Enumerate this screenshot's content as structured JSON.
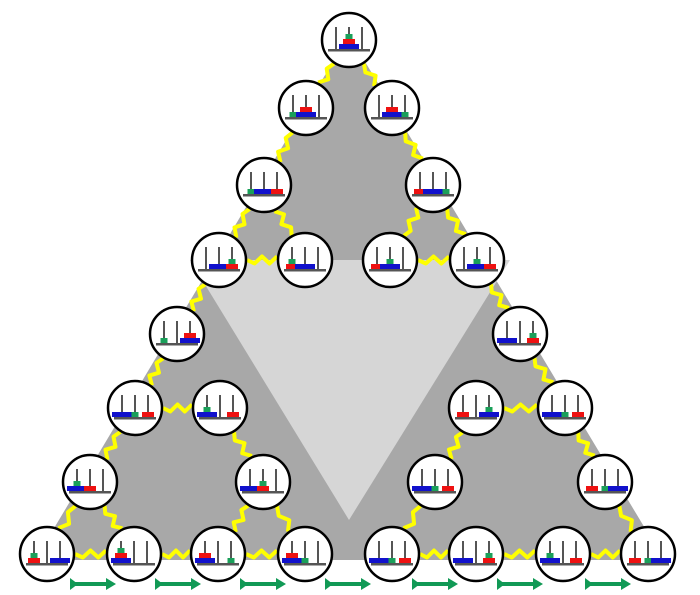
{
  "diagram": {
    "description_none": "",
    "colors": {
      "background": "#ffffff",
      "outer_triangle": "#a8a8a8",
      "inner_region": "#d6d6d6",
      "node_fill": "#ffffff",
      "node_border": "#000000",
      "peg": "#555555",
      "disk_small": "#1aa05a",
      "disk_medium": "#ee1111",
      "disk_large": "#1111cc",
      "edge_wave": "#ffff00",
      "bottom_arrow": "#119955"
    },
    "disk_labels": [
      "small",
      "medium",
      "large"
    ],
    "states": [
      {
        "id": "s01",
        "pegs": [
          [],
          [
            "large",
            "medium",
            "small"
          ],
          []
        ]
      },
      {
        "id": "s02",
        "pegs": [
          [
            "small"
          ],
          [
            "large",
            "medium"
          ],
          []
        ]
      },
      {
        "id": "s03",
        "pegs": [
          [],
          [
            "large",
            "medium"
          ],
          [
            "small"
          ]
        ]
      },
      {
        "id": "s04",
        "pegs": [
          [
            "small"
          ],
          [
            "large"
          ],
          [
            "medium"
          ]
        ]
      },
      {
        "id": "s05",
        "pegs": [
          [
            "medium"
          ],
          [
            "large"
          ],
          [
            "small"
          ]
        ]
      },
      {
        "id": "s06",
        "pegs": [
          [],
          [
            "large"
          ],
          [
            "medium",
            "small"
          ]
        ]
      },
      {
        "id": "s07",
        "pegs": [
          [
            "medium",
            "small"
          ],
          [
            "large"
          ],
          []
        ]
      },
      {
        "id": "s08",
        "pegs": [
          [
            "medium"
          ],
          [
            "large",
            "small"
          ],
          []
        ]
      },
      {
        "id": "s09",
        "pegs": [
          [],
          [
            "large",
            "small"
          ],
          [
            "medium"
          ]
        ]
      },
      {
        "id": "s10",
        "pegs": [
          [
            "small"
          ],
          [],
          [
            "large",
            "medium"
          ]
        ]
      },
      {
        "id": "s11",
        "pegs": [
          [
            "large"
          ],
          [],
          [
            "medium",
            "small"
          ]
        ]
      },
      {
        "id": "s12",
        "pegs": [
          [
            "large"
          ],
          [
            "small"
          ],
          [
            "medium"
          ]
        ]
      },
      {
        "id": "s13",
        "pegs": [
          [
            "large",
            "small"
          ],
          [],
          [
            "medium"
          ]
        ]
      },
      {
        "id": "s14",
        "pegs": [
          [
            "medium"
          ],
          [],
          [
            "large",
            "small"
          ]
        ]
      },
      {
        "id": "s15",
        "pegs": [
          [
            "large"
          ],
          [
            "small"
          ],
          [
            "medium"
          ]
        ]
      },
      {
        "id": "s16",
        "pegs": [
          [
            "large",
            "small"
          ],
          [
            "medium"
          ],
          []
        ]
      },
      {
        "id": "s17",
        "pegs": [
          [
            "large"
          ],
          [
            "medium",
            "small"
          ],
          []
        ]
      },
      {
        "id": "s18",
        "pegs": [
          [
            "large"
          ],
          [
            "small"
          ],
          [
            "medium"
          ]
        ]
      },
      {
        "id": "s19",
        "pegs": [
          [
            "medium"
          ],
          [
            "small"
          ],
          [
            "large"
          ]
        ]
      },
      {
        "id": "s20",
        "pegs": [
          [
            "medium",
            "small"
          ],
          [],
          [
            "large"
          ]
        ]
      },
      {
        "id": "s21",
        "pegs": [
          [
            "large",
            "medium",
            "small"
          ],
          [],
          []
        ]
      },
      {
        "id": "s22",
        "pegs": [
          [
            "large",
            "medium"
          ],
          [],
          [
            "small"
          ]
        ]
      },
      {
        "id": "s23",
        "pegs": [
          [
            "large",
            "medium"
          ],
          [
            "small"
          ],
          []
        ]
      },
      {
        "id": "s24",
        "pegs": [
          [
            "large"
          ],
          [
            "small"
          ],
          [
            "medium"
          ]
        ]
      },
      {
        "id": "s25",
        "pegs": [
          [
            "large"
          ],
          [],
          [
            "medium",
            "small"
          ]
        ]
      },
      {
        "id": "s26",
        "pegs": [
          [
            "large",
            "small"
          ],
          [],
          [
            "medium"
          ]
        ]
      },
      {
        "id": "s27",
        "pegs": [
          [
            "medium"
          ],
          [
            "small"
          ],
          [
            "large"
          ]
        ]
      }
    ]
  }
}
